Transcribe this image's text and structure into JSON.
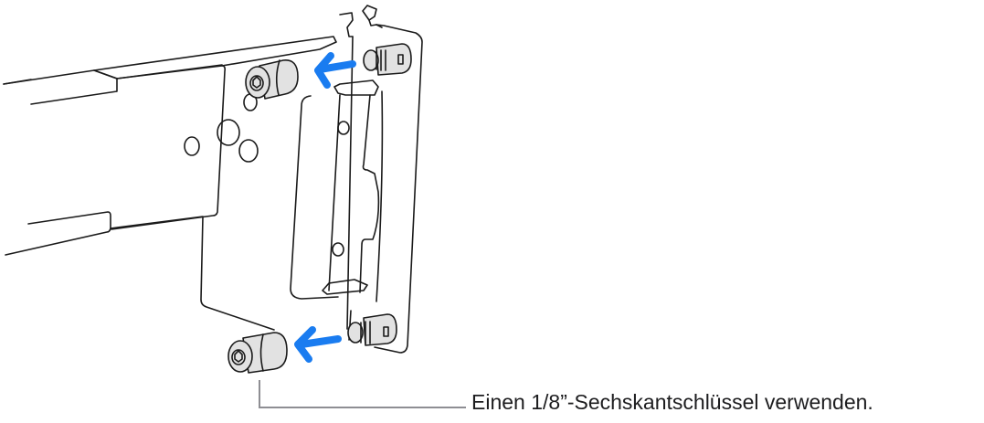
{
  "figure": {
    "subject": "rack-mount rail bracket with screw relocation",
    "callout": {
      "text": "Einen 1/8”-Sechskantschlüssel verwenden.",
      "line_color": "#8e8e93"
    },
    "arrows": [
      {
        "name": "top-screw-arrow",
        "direction": "left"
      },
      {
        "name": "bottom-screw-arrow",
        "direction": "left"
      }
    ],
    "colors": {
      "arrow": "#1a7cf0",
      "outline": "#1a1a1a",
      "screw_fill": "#e2e2e2",
      "background": "#ffffff"
    }
  }
}
